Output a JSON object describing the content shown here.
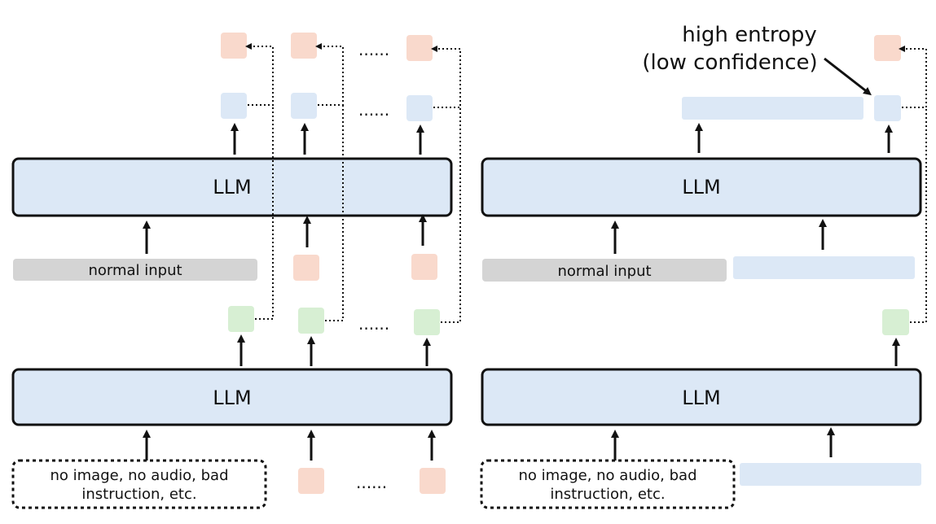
{
  "llm_label": "LLM",
  "normal_input_label": "normal input",
  "degraded_input_line1": "no image, no audio, bad",
  "degraded_input_line2": "instruction, etc.",
  "ellipsis": "......",
  "annotation_line1": "high entropy",
  "annotation_line2": "(low confidence)",
  "colors": {
    "llm_fill": "#dce8f6",
    "orange_token": "#f9d9cc",
    "blue_token": "#dce8f6",
    "green_token": "#d7efd3",
    "gray_input": "#d4d4d4"
  }
}
